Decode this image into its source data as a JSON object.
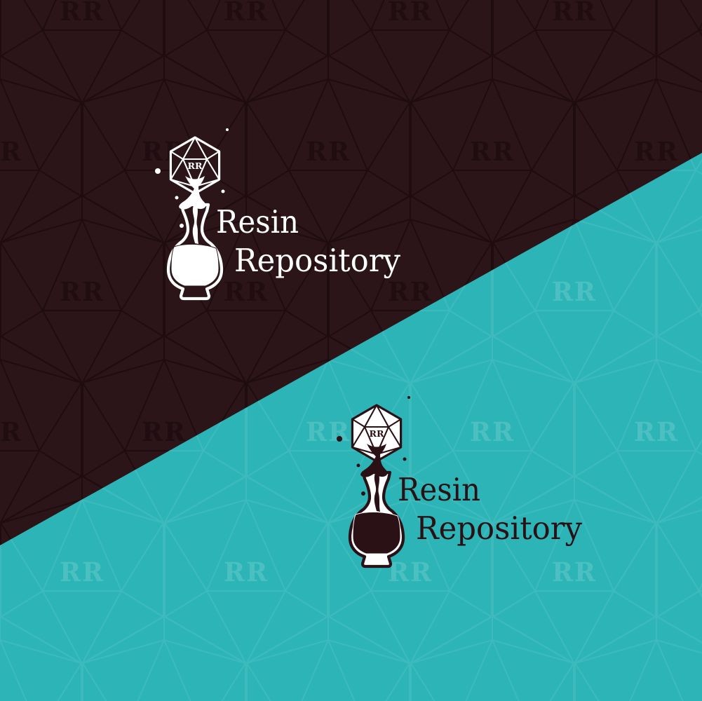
{
  "brand": {
    "monogram": "RR",
    "name_line1": "Resin",
    "name_line2": "Repository"
  },
  "panels": {
    "dark": {
      "background": "#2b1519",
      "pattern_line": "#1e0c10",
      "watermark": "#200d11"
    },
    "teal": {
      "background": "#2db4b6",
      "pattern_line": "#3dbabc",
      "watermark": "#4cc0c1"
    }
  },
  "logos": {
    "light": {
      "ink": "#ffffff",
      "glass": "#2b1519",
      "face": "#2b1519"
    },
    "dark": {
      "ink": "#2a1116",
      "glass": "#ffffff",
      "face": "#ffffff"
    }
  }
}
